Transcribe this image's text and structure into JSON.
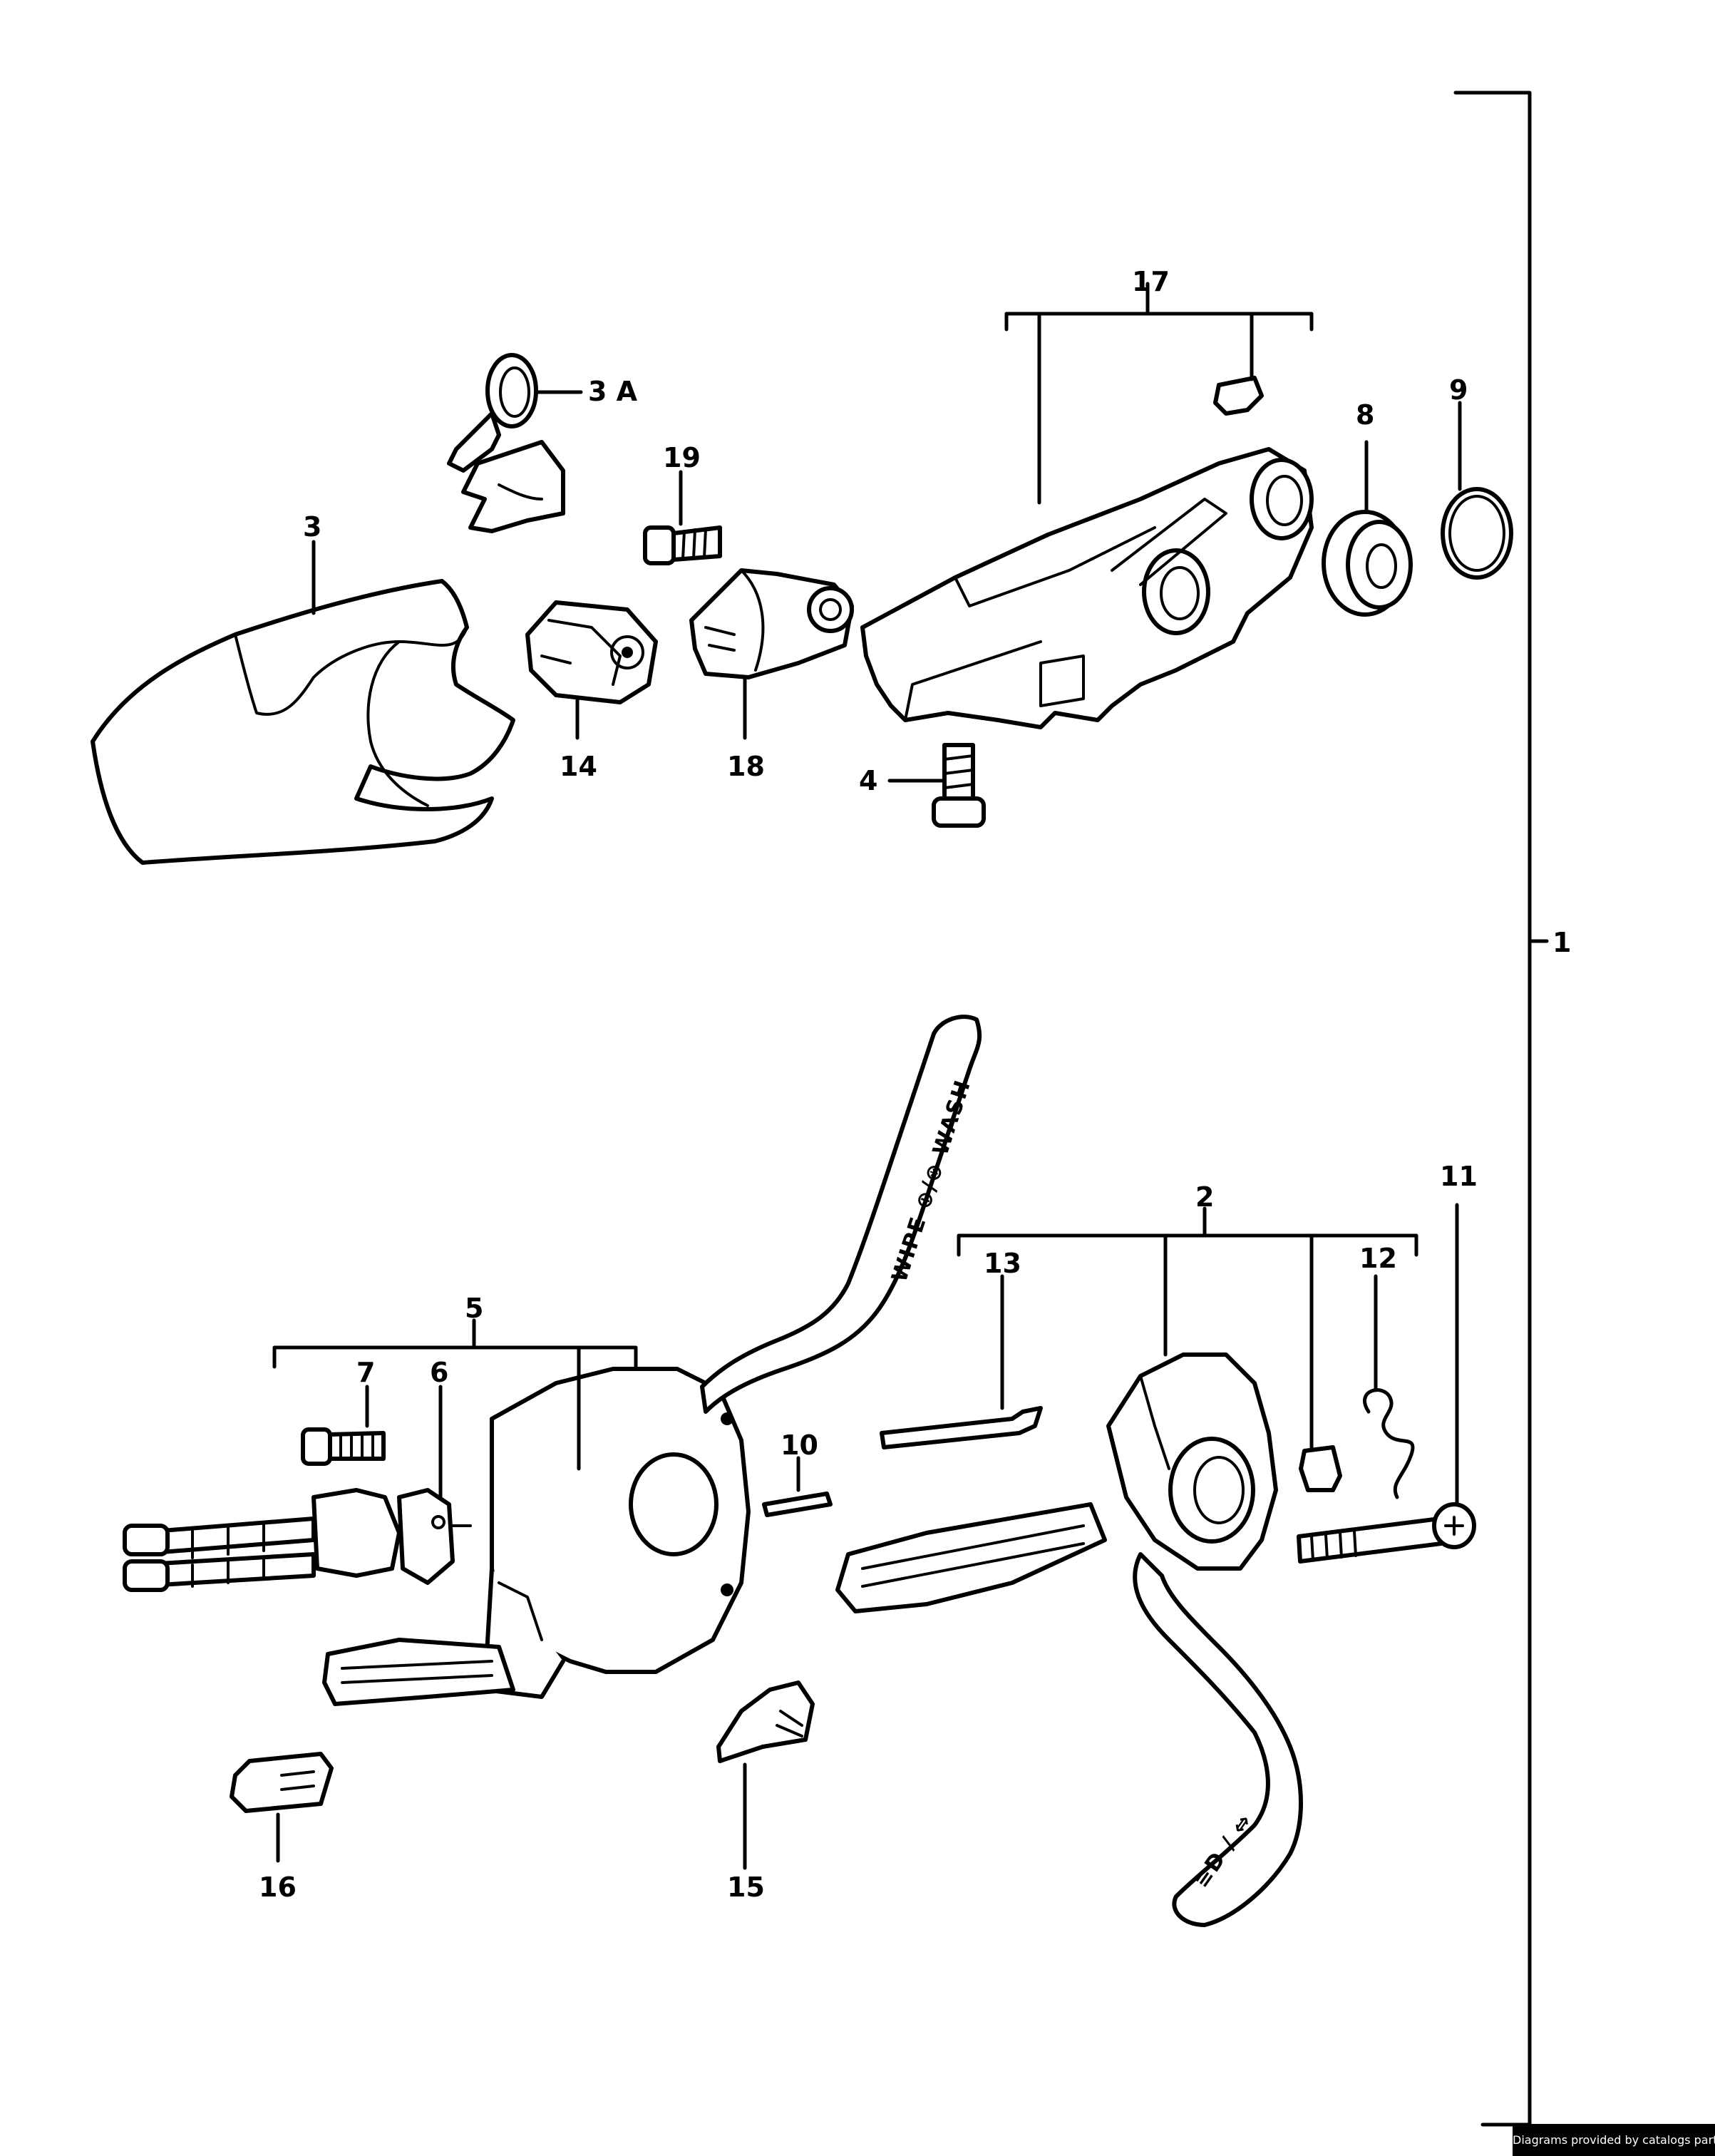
{
  "labels": {
    "l1": "1",
    "l2": "2",
    "l3": "3",
    "l3a": "3 A",
    "l4": "4",
    "l5": "5",
    "l6": "6",
    "l7": "7",
    "l8": "8",
    "l9": "9",
    "l10": "10",
    "l11": "11",
    "l12": "12",
    "l13": "13",
    "l14": "14",
    "l15": "15",
    "l16": "16",
    "l17": "17",
    "l18": "18",
    "l19": "19"
  },
  "stalk_text": {
    "wiper": "WIPE ⊕/⊛ WASH",
    "indicator": "≡D / ⇔"
  },
  "credit": "Diagrams provided by catalogs parts"
}
